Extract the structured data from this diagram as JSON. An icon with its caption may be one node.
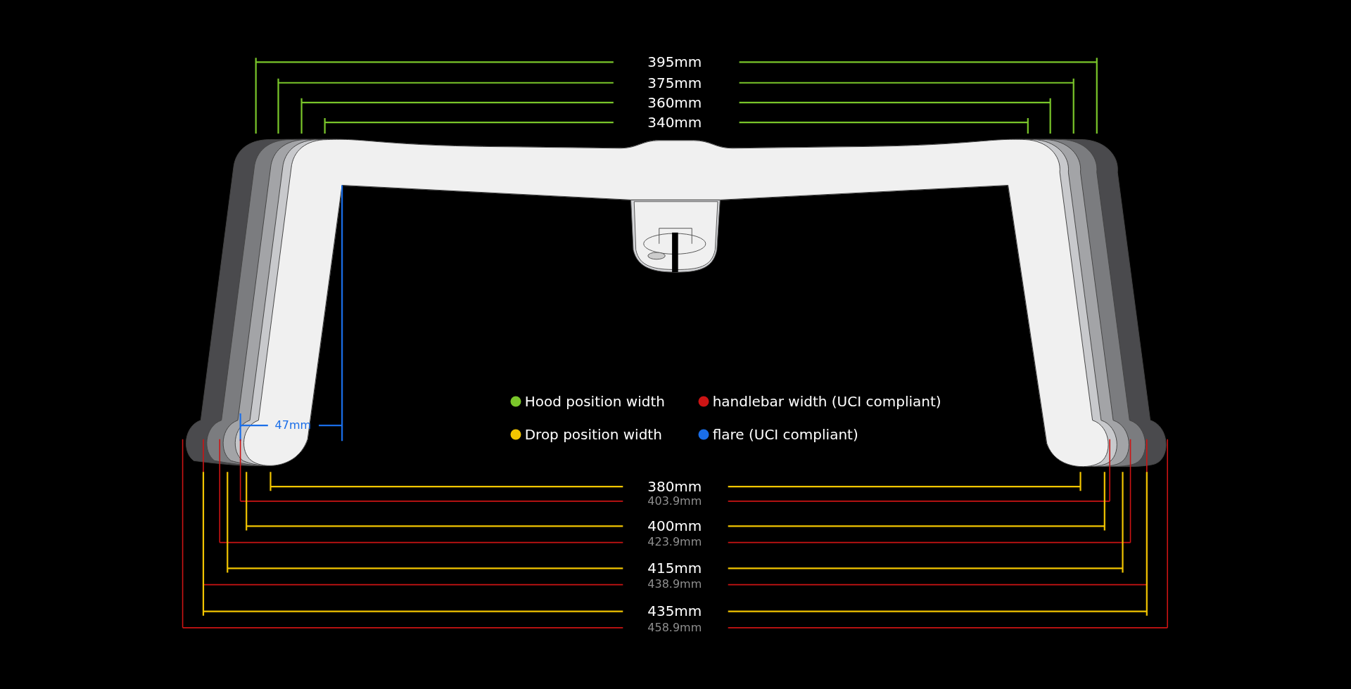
{
  "diagram": {
    "labels": [
      "395mm",
      "375mm",
      "360mm",
      "340mm",
      "47mm",
      "380mm",
      "403.9mm",
      "400mm",
      "423.9mm",
      "415mm",
      "438.9mm",
      "435mm",
      "458.9mm"
    ],
    "legend": [
      {
        "text": "Hood position width",
        "color": "#7ac62a"
      },
      {
        "text": "handlebar width (UCI compliant)",
        "color": "#cc1414"
      },
      {
        "text": "Drop position width",
        "color": "#f2c500"
      },
      {
        "text": "flare (UCI compliant)",
        "color": "#1a6ee8"
      }
    ]
  }
}
